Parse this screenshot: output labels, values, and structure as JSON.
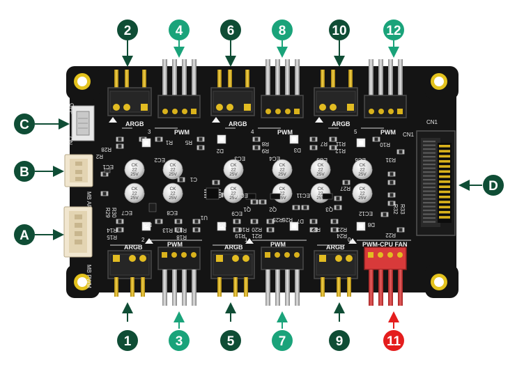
{
  "colors": {
    "board": "#141414",
    "callout_dark": "#0f4d35",
    "callout_teal": "#1aa37a",
    "callout_red": "#e41d1d",
    "silkscreen": "#e8e8e8",
    "gold": "#d9b21c",
    "red_header": "#d83a3a"
  },
  "callouts": {
    "c1": "1",
    "c2": "2",
    "c3": "3",
    "c4": "4",
    "c5": "5",
    "c6": "6",
    "c7": "7",
    "c8": "8",
    "c9": "9",
    "c10": "10",
    "c11": "11",
    "c12": "12",
    "cA": "A",
    "cB": "B",
    "cC": "C",
    "cD": "D"
  },
  "silkscreen": {
    "top_argb": "ARGB",
    "top_pwm": "PWM",
    "bot_argb": "ARGB",
    "bot_pwm": "PWM",
    "pwm_cpu_fan": "PWM-CPU FAN",
    "mb_argb": "MB ARGB",
    "mb_pwm": "MB PWM",
    "off": "OFF",
    "on": "ON",
    "cn1": "CN1",
    "cn1_top": "CN1",
    "num_3": "3",
    "num_4": "4",
    "num_5": "5",
    "num_6": "6",
    "num_2": "2",
    "num_1": "1",
    "num_0": "0",
    "refs": {
      "r2": "R2",
      "r28": "R28",
      "ec2": "EC2",
      "r1": "R1",
      "r5": "R5",
      "d2": "D2",
      "ec3": "EC3",
      "ec4": "EC4",
      "d3": "D3",
      "ec5": "EC5",
      "ec6": "EC6",
      "r8": "R8",
      "r9": "R9",
      "r7": "R7",
      "r11": "R11",
      "r12": "R12",
      "r10": "R10",
      "r31": "R31",
      "c1": "C1",
      "ec1": "EC1",
      "ec7": "EC7",
      "ec8": "EC8",
      "u1": "U1",
      "ec9": "EC9",
      "q1": "Q1",
      "ec10": "EC10",
      "q2": "Q2",
      "ec11": "EC11",
      "r27": "R27",
      "q3": "Q3",
      "ec12": "EC12",
      "r32": "R32",
      "r33": "R33",
      "r29": "R29",
      "r30": "R30",
      "d5": "D5",
      "r15": "R15",
      "r14": "R14",
      "r13": "R13",
      "r18": "R18",
      "r17": "R17",
      "d6": "D6",
      "r16": "R16",
      "r19": "R19",
      "r20": "R20",
      "r21": "R21",
      "r25": "R25",
      "d7": "D7",
      "r26": "R26",
      "r23": "R23",
      "r22": "R22",
      "r24": "R24",
      "d8": "D8",
      "r22b": "R22"
    },
    "cap_label": [
      "CK",
      "22",
      "25V"
    ]
  }
}
